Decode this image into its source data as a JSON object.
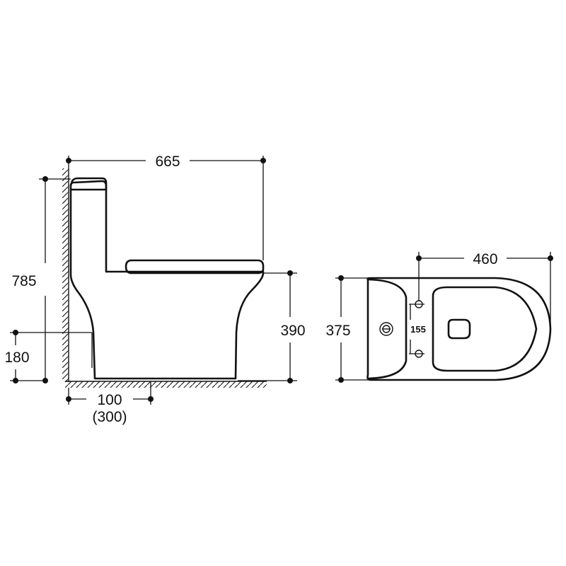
{
  "dimensions": {
    "overall_depth": "665",
    "overall_height": "785",
    "rough_in_height": "180",
    "rough_in_distance": "100",
    "rough_in_alt": "(300)",
    "seat_height": "390",
    "overall_length": "460",
    "overall_width": "375",
    "bolt_spacing": "155"
  },
  "icons": {
    "side_view": "toilet-side-elevation",
    "top_view": "toilet-plan-view",
    "flush_button": "flush-button-icon"
  }
}
